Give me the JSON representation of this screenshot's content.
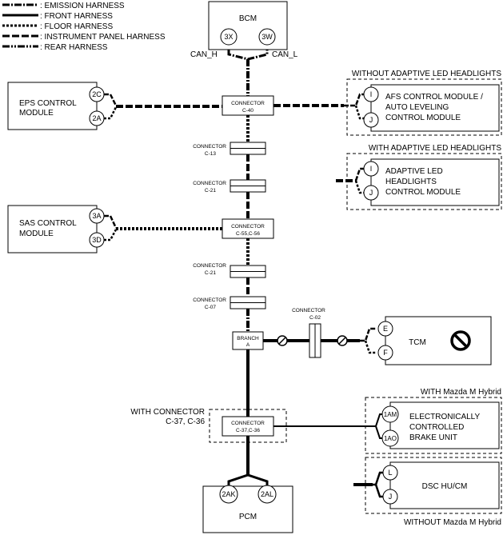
{
  "legend": [
    {
      "id": "emission",
      "text": ": EMISSION HARNESS"
    },
    {
      "id": "front",
      "text": ": FRONT HARNESS"
    },
    {
      "id": "floor",
      "text": ": FLOOR HARNESS"
    },
    {
      "id": "instrument",
      "text": ": INSTRUMENT PANEL HARNESS"
    },
    {
      "id": "rear",
      "text": ": REAR HARNESS"
    }
  ],
  "bcm": {
    "label": "BCM",
    "pin_left": "3X",
    "pin_right": "3W",
    "can_h": "CAN_H",
    "can_l": "CAN_L"
  },
  "eps": {
    "label_line1": "EPS CONTROL",
    "label_line2": "MODULE",
    "pin_top": "2C",
    "pin_bottom": "2A"
  },
  "sas": {
    "label_line1": "SAS CONTROL",
    "label_line2": "MODULE",
    "pin_top": "3A",
    "pin_bottom": "3D"
  },
  "afs": {
    "group_title": "WITHOUT ADAPTIVE LED HEADLIGHTS",
    "label_line1": "AFS CONTROL MODULE /",
    "label_line2": "AUTO LEVELING",
    "label_line3": "CONTROL MODULE",
    "pin_top": "I",
    "pin_bottom": "J"
  },
  "adaptive": {
    "group_title": "WITH ADAPTIVE LED HEADLIGHTS",
    "label_line1": "ADAPTIVE LED",
    "label_line2": "HEADLIGHTS",
    "label_line3": "CONTROL MODULE",
    "pin_top": "I",
    "pin_bottom": "J"
  },
  "connectors": {
    "c40": {
      "line1": "CONNECTOR",
      "line2": "C-40"
    },
    "c13": {
      "line1": "CONNECTOR",
      "line2": "C-13"
    },
    "c21a": {
      "line1": "CONNECTOR",
      "line2": "C-21"
    },
    "c55": {
      "line1": "CONNECTOR",
      "line2": "C-55,C-56"
    },
    "c21b": {
      "line1": "CONNECTOR",
      "line2": "C-21"
    },
    "c07": {
      "line1": "CONNECTOR",
      "line2": "C-07"
    },
    "c02": {
      "line1": "CONNECTOR",
      "line2": "C-02"
    },
    "c37": {
      "line1": "CONNECTOR",
      "line2": "C-37,C-36"
    }
  },
  "branch": {
    "line1": "BRANCH",
    "line2": "A"
  },
  "with_connector": {
    "line1": "WITH CONNECTOR",
    "line2": "C-37, C-36"
  },
  "tcm": {
    "label": "TCM",
    "pin_top": "E",
    "pin_bottom": "F"
  },
  "ebu": {
    "group_title": "WITH Mazda M Hybrid",
    "label_line1": "ELECTRONICALLY",
    "label_line2": "CONTROLLED",
    "label_line3": "BRAKE UNIT",
    "pin_top": "1AM",
    "pin_bottom": "1AO"
  },
  "dsc": {
    "group_title": "WITHOUT Mazda M Hybrid",
    "label": "DSC HU/CM",
    "pin_top": "L",
    "pin_bottom": "J"
  },
  "pcm": {
    "label": "PCM",
    "pin_left": "2AK",
    "pin_right": "2AL"
  },
  "icons": [
    "prohibited-icon",
    "wire-break-icon"
  ]
}
